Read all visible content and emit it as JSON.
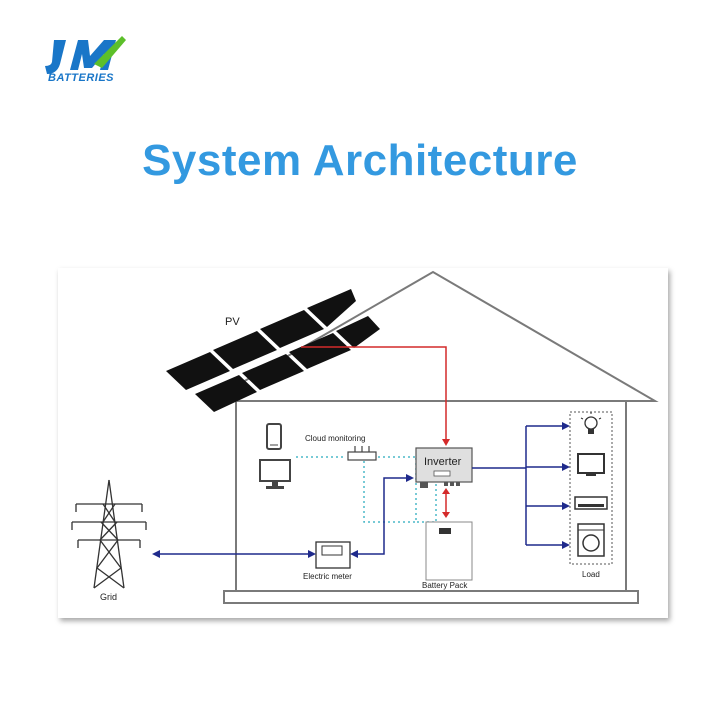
{
  "brand": {
    "logo_text": "JM",
    "logo_subtext": "BATTERIES"
  },
  "title": "System Architecture",
  "diagram": {
    "labels": {
      "pv": "PV",
      "cloud_monitoring": "Cloud monitoring",
      "inverter": "Inverter",
      "electric_meter": "Electric meter",
      "battery_pack": "Battery Pack",
      "grid": "Grid",
      "load": "Load"
    },
    "colors": {
      "title_blue": "#3399e0",
      "logo_blue": "#1976c8",
      "logo_green": "#5cbf2a",
      "dc_line_red": "#d42a2a",
      "ac_line_navy": "#1f2a8c",
      "monitoring_dotted_teal": "#4bb8c8"
    },
    "icons": [
      "solar-panel-icon",
      "phone-icon",
      "monitor-icon",
      "router-icon",
      "inverter-icon",
      "battery-pack-icon",
      "electric-meter-icon",
      "power-tower-icon",
      "light-bulb-icon",
      "tv-icon",
      "air-conditioner-icon",
      "washing-machine-icon"
    ]
  }
}
